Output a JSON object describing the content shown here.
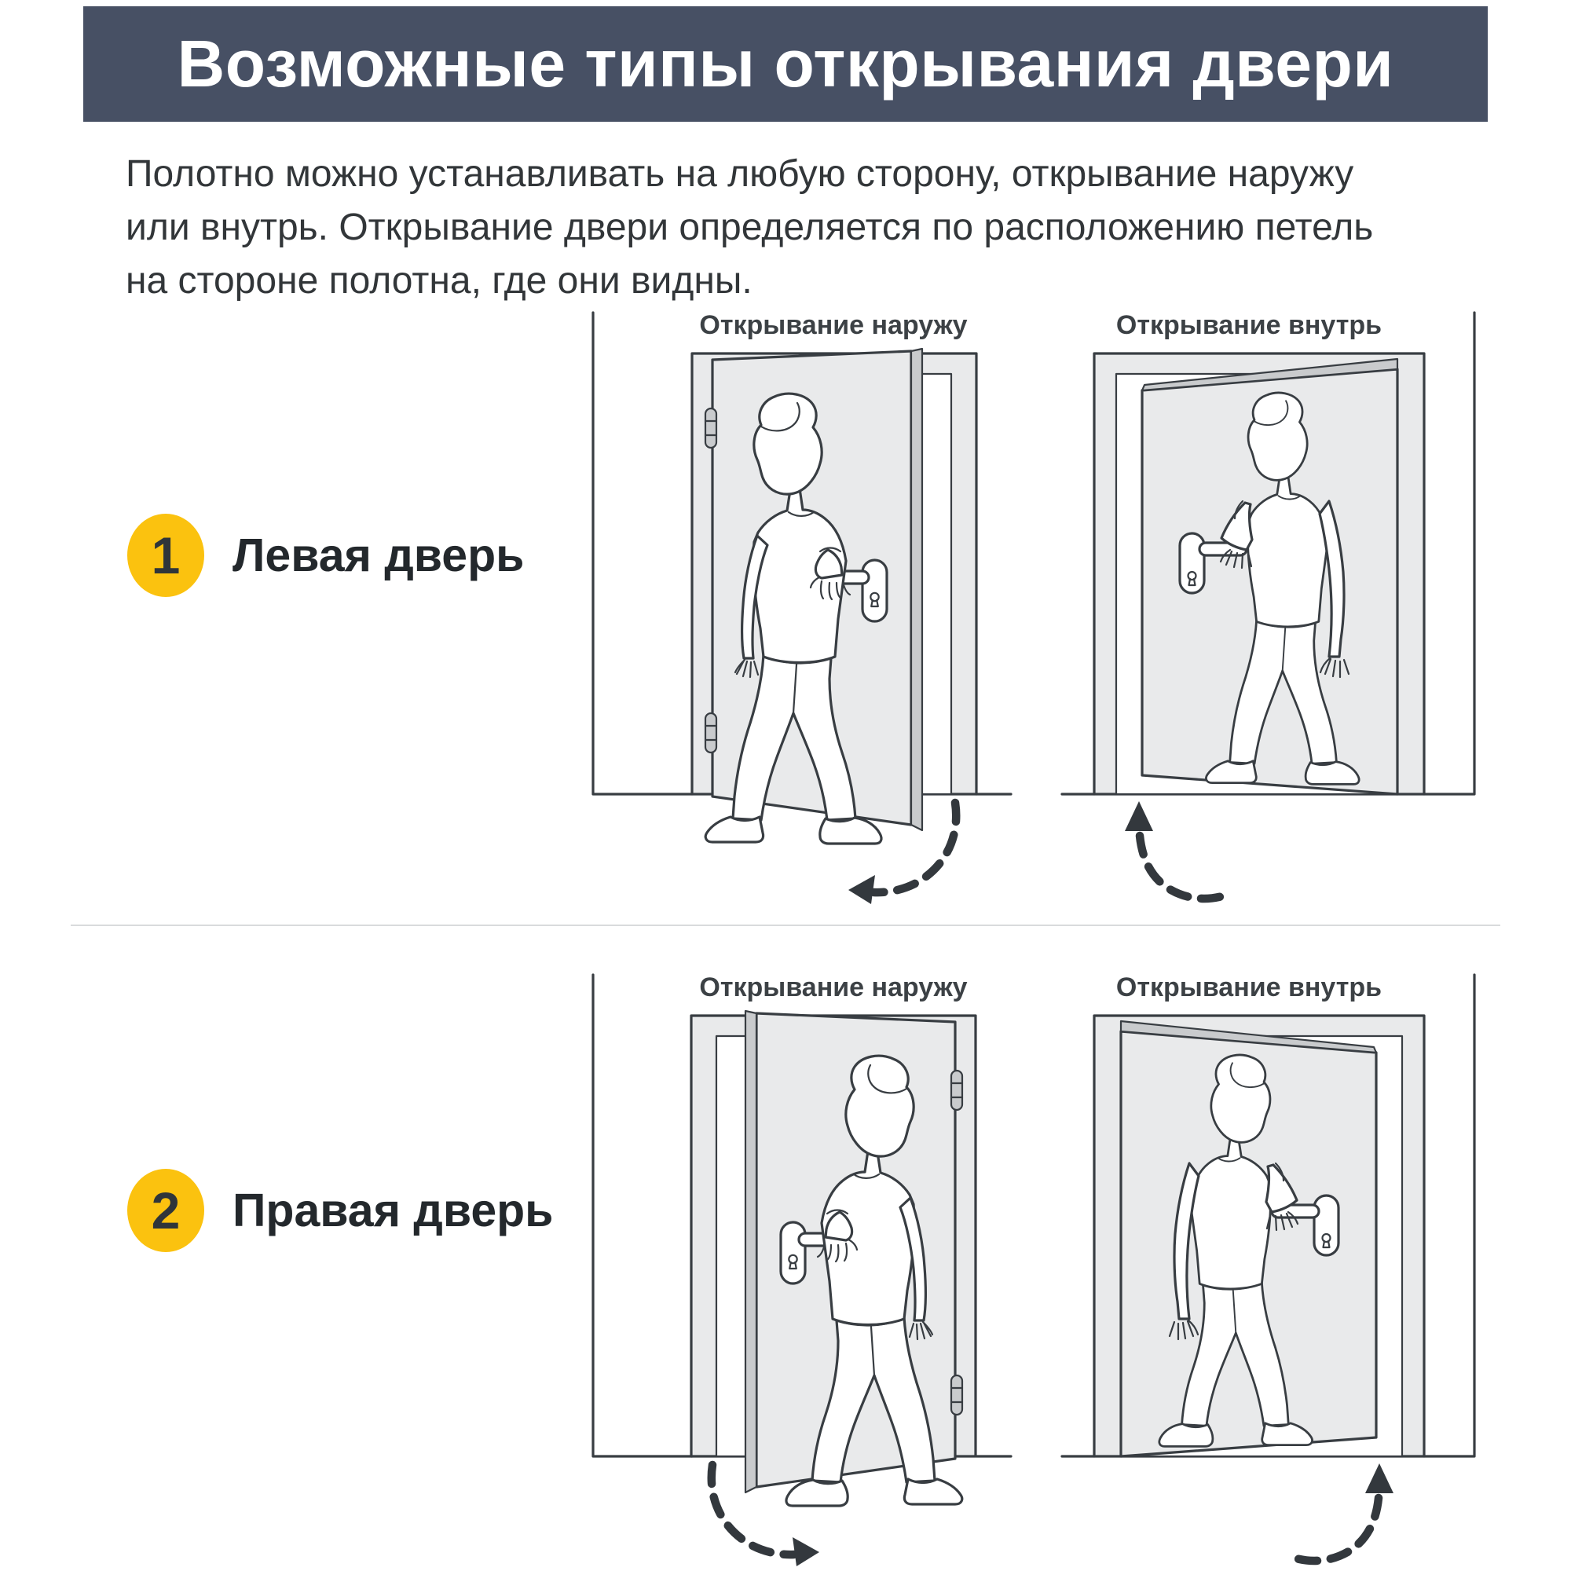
{
  "header": {
    "title": "Возможные типы открывания двери"
  },
  "intro": {
    "lines": [
      "Полотно можно устанавливать на любую сторону, открывание наружу",
      "или внутрь. Открывание двери определяется по расположению петель",
      "на стороне полотна, где они видны."
    ]
  },
  "sections": [
    {
      "number": "1",
      "label": "Левая дверь",
      "diagrams": [
        {
          "title": "Открывание наружу"
        },
        {
          "title": "Открывание внутрь"
        }
      ]
    },
    {
      "number": "2",
      "label": "Правая дверь",
      "diagrams": [
        {
          "title": "Открывание наружу"
        },
        {
          "title": "Открывание внутрь"
        }
      ]
    }
  ],
  "colors": {
    "header_bg": "#475064",
    "header_text": "#FFFFFF",
    "badge": "#FBC20F",
    "badge_text": "#2F353A",
    "body_text": "#323639",
    "line": "#383D42",
    "door_fill": "#E9EAEB",
    "door_edge": "#C9CBCD",
    "divider": "#D9DBDC",
    "arrow": "#33383D"
  }
}
